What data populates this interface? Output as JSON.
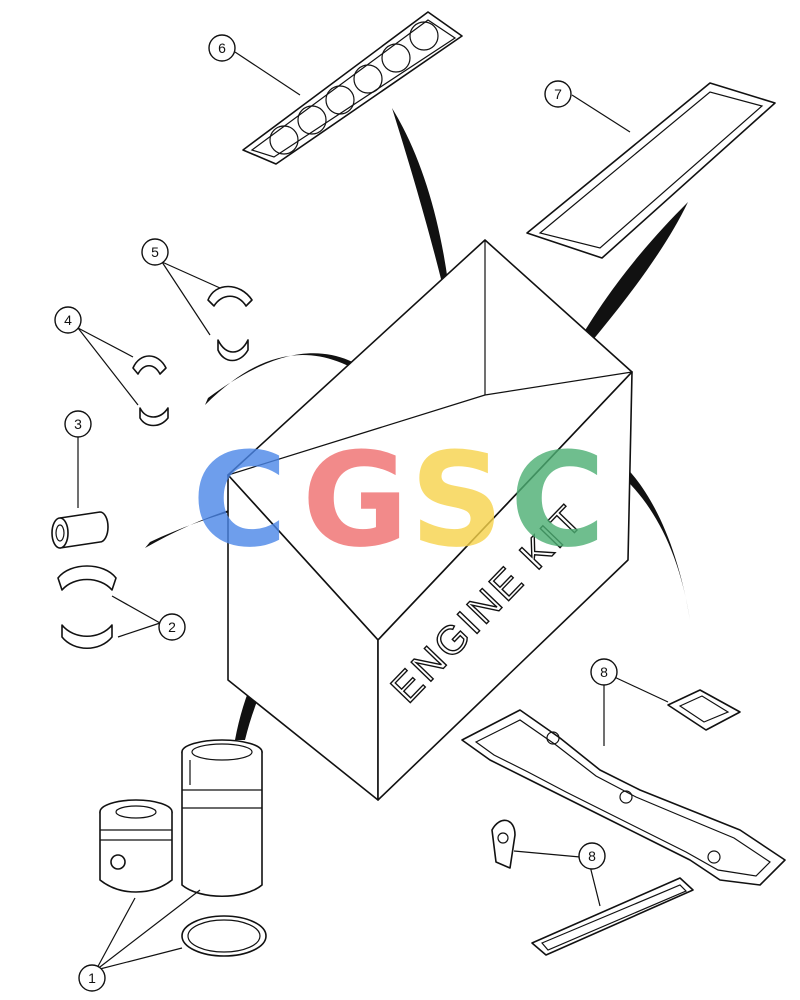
{
  "box_label": "ENGINE KIT",
  "watermark": {
    "letters": [
      "C",
      "G",
      "S",
      "C"
    ],
    "colors": [
      "#4a86e8",
      "#f06e6e",
      "#f7d34a",
      "#4caf73"
    ]
  },
  "callouts": {
    "c1": "1",
    "c2": "2",
    "c3": "3",
    "c4": "4",
    "c5": "5",
    "c6": "6",
    "c7": "7",
    "c8a": "8",
    "c8b": "8"
  }
}
